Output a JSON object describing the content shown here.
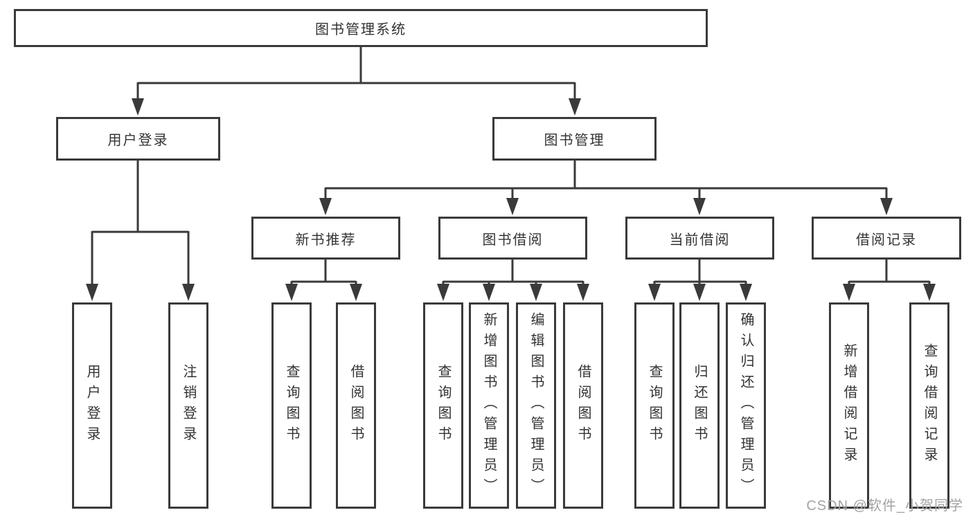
{
  "diagram": {
    "root": "图书管理系统",
    "user_login": {
      "label": "用户登录",
      "children": [
        "用户登录",
        "注销登录"
      ]
    },
    "book_mgmt": {
      "label": "图书管理",
      "sections": [
        {
          "label": "新书推荐",
          "children": [
            "查询图书",
            "借阅图书"
          ]
        },
        {
          "label": "图书借阅",
          "children": [
            "查询图书",
            "新增图书（管理员）",
            "编辑图书（管理员）",
            "借阅图书"
          ]
        },
        {
          "label": "当前借阅",
          "children": [
            "查询图书",
            "归还图书",
            "确认归还（管理员）"
          ]
        },
        {
          "label": "借阅记录",
          "children": [
            "新增借阅记录",
            "查询借阅记录"
          ]
        }
      ]
    }
  },
  "watermark": {
    "text": "CSDN @软件_小贺同学",
    "color": "#a3a3a3"
  },
  "colors": {
    "line": "#3a3a3a",
    "text": "#333333",
    "background": "#ffffff"
  }
}
